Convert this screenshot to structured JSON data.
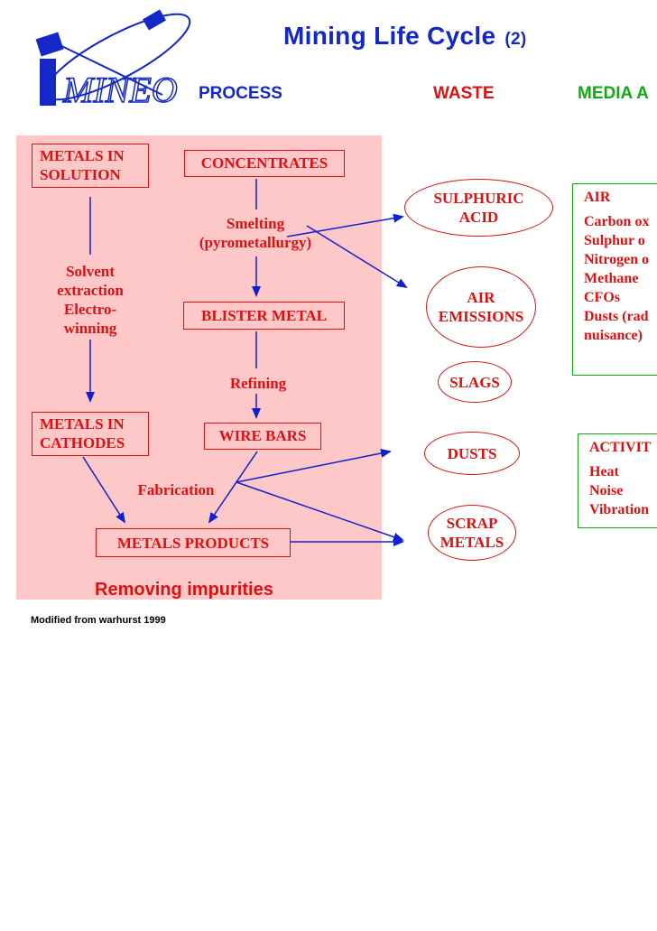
{
  "title": {
    "main": "Mining Life Cycle",
    "sub": "(2)"
  },
  "logo": {
    "text": "MINEO"
  },
  "headers": {
    "process": "PROCESS",
    "waste": "WASTE",
    "media": "MEDIA A"
  },
  "colors": {
    "blue": "#1428c8",
    "red": "#dd1111",
    "green": "#11aa11",
    "panel": "#ffc8c8",
    "arrow": "#1020d0"
  },
  "process": {
    "metals_solution": [
      "METALS IN",
      "SOLUTION"
    ],
    "concentrates": "CONCENTRATES",
    "smelting": [
      "Smelting",
      "(pyrometallurgy)"
    ],
    "solvent": [
      "Solvent",
      "extraction",
      "Electro-",
      "winning"
    ],
    "blister": "BLISTER METAL",
    "refining": "Refining",
    "metals_cathodes": [
      "METALS IN",
      "CATHODES"
    ],
    "wire_bars": "WIRE BARS",
    "fabrication": "Fabrication",
    "metals_products": "METALS PRODUCTS",
    "subtitle": "Removing impurities"
  },
  "waste": {
    "sulphuric": [
      "SULPHURIC",
      "ACID"
    ],
    "air_emissions": [
      "AIR",
      "EMISSIONS"
    ],
    "slags": "SLAGS",
    "dusts": "DUSTS",
    "scrap": [
      "SCRAP",
      "METALS"
    ]
  },
  "media": {
    "air": {
      "heading": "AIR",
      "items": [
        "Carbon ox",
        "Sulphur o",
        "Nitrogen o",
        "Methane",
        "CFOs",
        "Dusts (rad",
        "nuisance)"
      ]
    },
    "activity": {
      "heading": "ACTIVIT",
      "items": [
        "Heat",
        "Noise",
        "Vibration"
      ]
    }
  },
  "footer": "Modified from warhurst 1999"
}
